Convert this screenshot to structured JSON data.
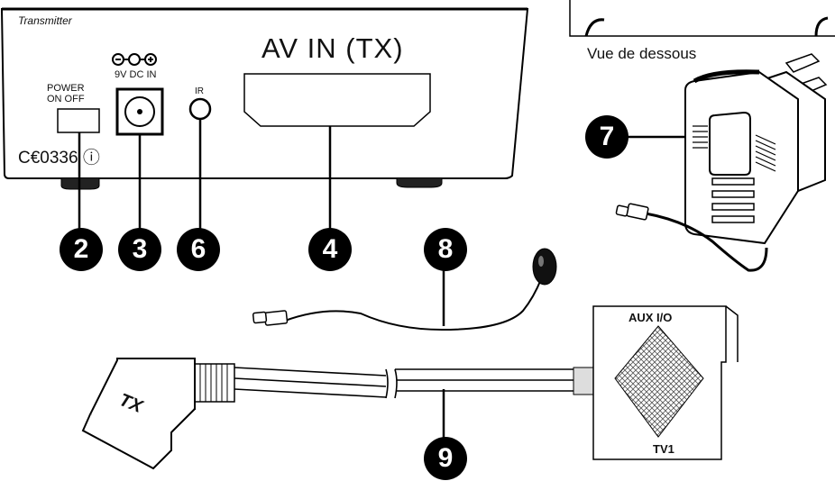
{
  "transmitter": {
    "brand": "Transmitter",
    "power_label_line1": "POWER",
    "power_label_line2": "ON OFF",
    "dc_label": "9V DC IN",
    "ir_label": "IR",
    "av_label": "AV IN (TX)",
    "ce_mark": "C€0336 ⓘ"
  },
  "adapter": {
    "caption": "Vue de dessous"
  },
  "scart_box": {
    "top_label": "AUX I/O",
    "bottom_label": "TV1"
  },
  "scart_plug": {
    "label": "TX"
  },
  "callouts": {
    "n2": "2",
    "n3": "3",
    "n6": "6",
    "n4": "4",
    "n8": "8",
    "n7": "7",
    "n9": "9"
  }
}
